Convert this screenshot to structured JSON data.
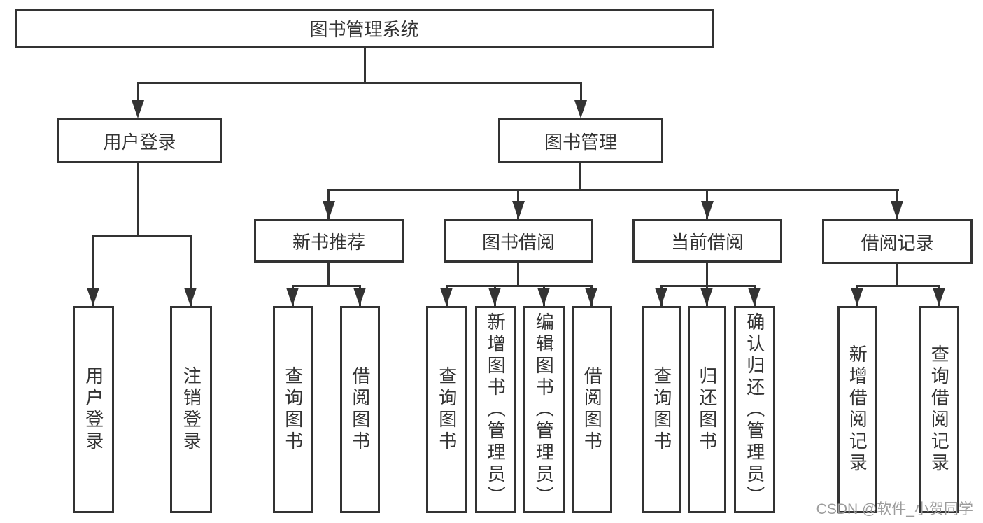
{
  "diagram": {
    "type": "hierarchy-tree",
    "root": {
      "label": "图书管理系统"
    },
    "branches": [
      {
        "label": "用户登录",
        "leaves": [
          {
            "label": "用户登录"
          },
          {
            "label": "注销登录"
          }
        ]
      },
      {
        "label": "图书管理",
        "groups": [
          {
            "label": "新书推荐",
            "leaves": [
              {
                "label": "查询图书"
              },
              {
                "label": "借阅图书"
              }
            ]
          },
          {
            "label": "图书借阅",
            "leaves": [
              {
                "label": "查询图书"
              },
              {
                "label": "新增图书（管理员）"
              },
              {
                "label": "编辑图书（管理员）"
              },
              {
                "label": "借阅图书"
              }
            ]
          },
          {
            "label": "当前借阅",
            "leaves": [
              {
                "label": "查询图书"
              },
              {
                "label": "归还图书"
              },
              {
                "label": "确认归还（管理员）"
              }
            ]
          },
          {
            "label": "借阅记录",
            "leaves": [
              {
                "label": "新增借阅记录"
              },
              {
                "label": "查询借阅记录"
              }
            ]
          }
        ]
      }
    ]
  },
  "watermark": {
    "text": "CSDN @软件_小贺同学"
  },
  "colors": {
    "line": "#333333",
    "text": "#333333",
    "watermark_gray": "#9c9c9c",
    "background": "#ffffff"
  }
}
